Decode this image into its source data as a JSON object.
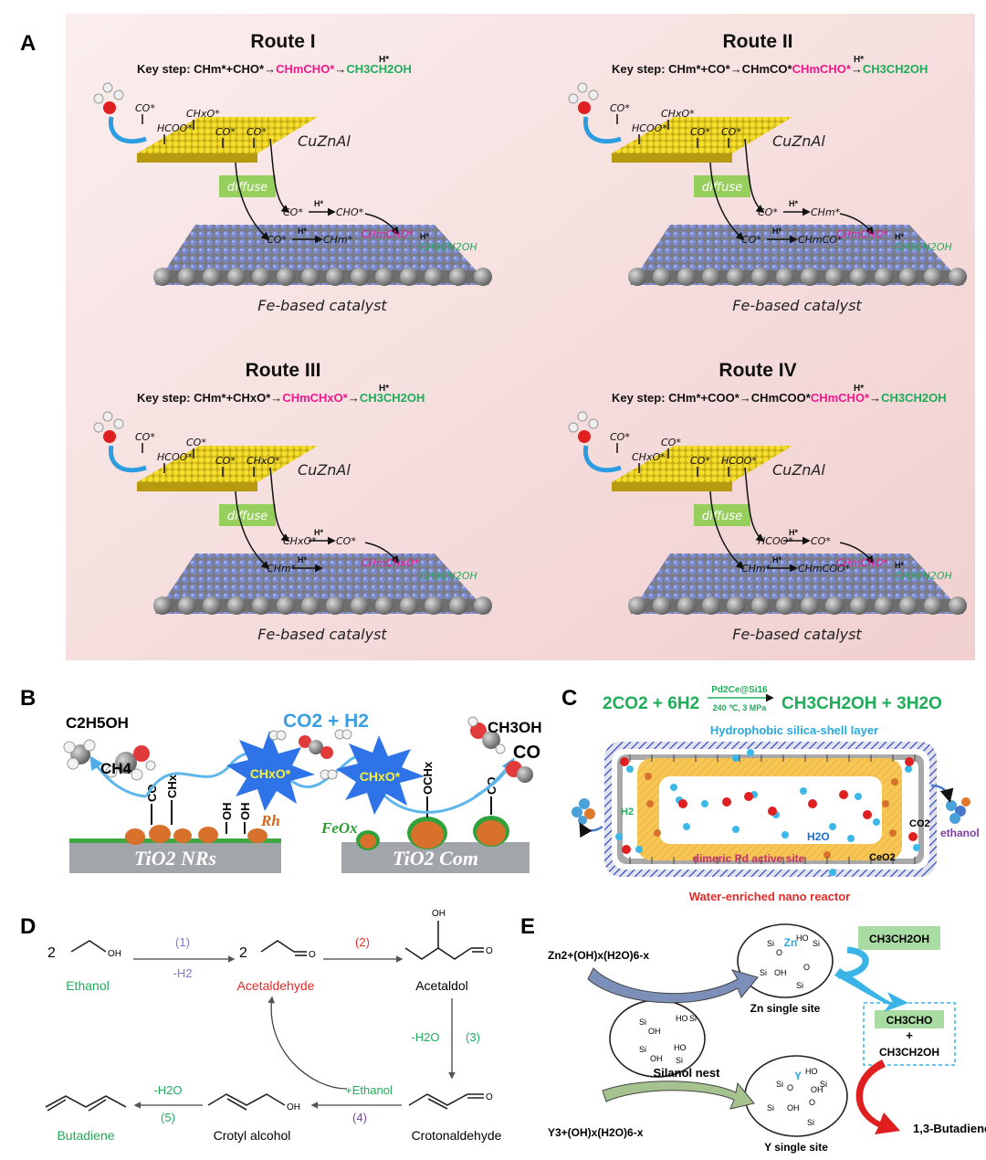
{
  "colors": {
    "magenta": "#ee1a8c",
    "green": "#1fad5a",
    "blue_text": "#29a9e0",
    "red_text": "#e82929",
    "purple_text": "#7b3fa0",
    "light_green_box": "#96cf5b",
    "panel_a_bg": "#f6dcdc",
    "tio2": "#a3a7ab",
    "star_blue": "#2e74e8",
    "yellow_star": "#f7ef3a",
    "rh": "#d8712c",
    "yellow_cat": "#e7cc1e",
    "fe_cat": "#6f7ebf",
    "ox_red": "#e02020",
    "bubble_blue": "#3cb8e8",
    "reactor_inner": "#f2c24e",
    "shell": "#2b3fb8"
  },
  "panel_a": {
    "label": "A",
    "routes": [
      {
        "title": "Route I",
        "key_prefix": "Key step:",
        "key_pre": "CHm*+CHO*→",
        "key_mid": "CHmCHO*",
        "key_arrow": "→",
        "key_h": "H*",
        "key_end": "CH3CH2OH",
        "cu_labels": [
          "CO*",
          "HCOO*",
          "CHxO*",
          "CO*",
          "CO*"
        ],
        "fe_labels": [
          "CO*",
          "CHO*",
          "CO*",
          "CHm*"
        ],
        "h_labels": [
          "H*",
          "H*",
          "H*"
        ],
        "fe_magenta": "CHmCHO*",
        "fe_green": "CH3CH2OH",
        "cu_name": "CuZnAl",
        "fe_name": "Fe-based catalyst",
        "diffuse": "diffuse"
      },
      {
        "title": "Route II",
        "key_prefix": "Key step:",
        "key_pre": "CHm*+CO*→CHmCO*",
        "key_mid": "CHmCHO*",
        "key_arrow": "→",
        "key_h": "H*",
        "key_end": "CH3CH2OH",
        "cu_labels": [
          "CO*",
          "HCOO*",
          "CHxO*",
          "CO*",
          "CO*"
        ],
        "fe_labels": [
          "CO*",
          "CHm*",
          "CO*",
          "CHmCO*"
        ],
        "h_labels": [
          "H*",
          "H*",
          "H*"
        ],
        "fe_magenta": "CHmCHO*",
        "fe_green": "CH3CH2OH",
        "cu_name": "CuZnAl",
        "fe_name": "Fe-based catalyst",
        "diffuse": "diffuse"
      },
      {
        "title": "Route III",
        "key_prefix": "Key step:",
        "key_pre": "CHm*+CHxO*→",
        "key_mid": "CHmCHxO*",
        "key_arrow": "→",
        "key_h": "H*",
        "key_end": "CH3CH2OH",
        "cu_labels": [
          "CO*",
          "HCOO*",
          "CO*",
          "CO*",
          "CHxO*"
        ],
        "fe_labels": [
          "CHxO*",
          "CO*",
          "CHm*",
          ""
        ],
        "h_labels": [
          "H*",
          "H*",
          ""
        ],
        "fe_magenta": "CHmCHxO*",
        "fe_green": "CH3CH2OH",
        "cu_name": "CuZnAl",
        "fe_name": "Fe-based catalyst",
        "diffuse": "diffuse"
      },
      {
        "title": "Route IV",
        "key_prefix": "Key step:",
        "key_pre": "CHm*+COO*→CHmCOO*",
        "key_mid": "CHmCHO*",
        "key_arrow": "→",
        "key_h": "H*",
        "key_end": "CH3CH2OH",
        "cu_labels": [
          "CO*",
          "CHxO*",
          "CO*",
          "CO*",
          "HCOO*"
        ],
        "fe_labels": [
          "HCOO*",
          "CO*",
          "CHm*",
          "CHmCOO*"
        ],
        "h_labels": [
          "H*",
          "H*",
          "H*"
        ],
        "fe_magenta": "CHmCHO*",
        "fe_green": "CH3CH2OH",
        "cu_name": "CuZnAl",
        "fe_name": "Fe-based catalyst",
        "diffuse": "diffuse"
      }
    ]
  },
  "panel_b": {
    "label": "B",
    "c2h5oh": "C2H5OH",
    "ch4": "CH4",
    "co2_h2": "CO2 + H2",
    "star1": "CHxO*",
    "star2": "CHxO*",
    "ch3oh": "CH3OH",
    "co": "CO",
    "co_ads": "CO",
    "chx_ads": "CHx",
    "oh1": "OH",
    "oh2": "OH",
    "och_ads": "OCHx",
    "co_ads2": "CO",
    "rh": "Rh",
    "feox": "FeOx",
    "tio2_nrs": "TiO2 NRs",
    "tio2_com": "TiO2 Com"
  },
  "panel_c": {
    "label": "C",
    "eq_left": "2CO2 + 6H2",
    "eq_cat": "Pd2Ce@Si16",
    "eq_cond": "240 ℃, 3 MPa",
    "eq_right": "CH3CH2OH + 3H2O",
    "shell_label": "Hydrophobic silica-shell layer",
    "h2": "H2",
    "h2o": "H2O",
    "co2": "CO2",
    "ceo2": "CeO2",
    "ethanol": "ethanol",
    "pd_site": "dimeric Pd active site",
    "reactor_label": "Water-enriched nano reactor"
  },
  "panel_d": {
    "label": "D",
    "coef1": "2",
    "coef2": "2",
    "oh": "OH",
    "o": "O",
    "ethanol": "Ethanol",
    "acetaldehyde": "Acetaldehyde",
    "acetaldol": "Acetaldol",
    "crotonaldehyde": "Crotonaldehyde",
    "crotyl": "Crotyl alcohol",
    "butadiene": "Butadiene",
    "step1": "(1)",
    "step1_sub": "-H2",
    "step2": "(2)",
    "step3": "(3)",
    "step3_sub": "-H2O",
    "step4": "(4)",
    "step4_sub": "+Ethanol",
    "step5": "(5)",
    "step5_sub": "-H2O"
  },
  "panel_e": {
    "label": "E",
    "zn_precursor": "Zn2+(OH)x(H2O)6-x",
    "y_precursor": "Y3+(OH)x(H2O)6-x",
    "zn_site": "Zn single site",
    "y_site": "Y single site",
    "silanol": "Silanol nest",
    "ethanol": "CH3CH2OH",
    "acetaldehyde": "CH3CHO",
    "plus": "+",
    "ethanol2": "CH3CH2OH",
    "butadiene": "1,3-Butadiene",
    "si": "Si",
    "oh": "OH",
    "ho": "HO",
    "o": "O",
    "zn": "Zn",
    "y": "Y"
  }
}
